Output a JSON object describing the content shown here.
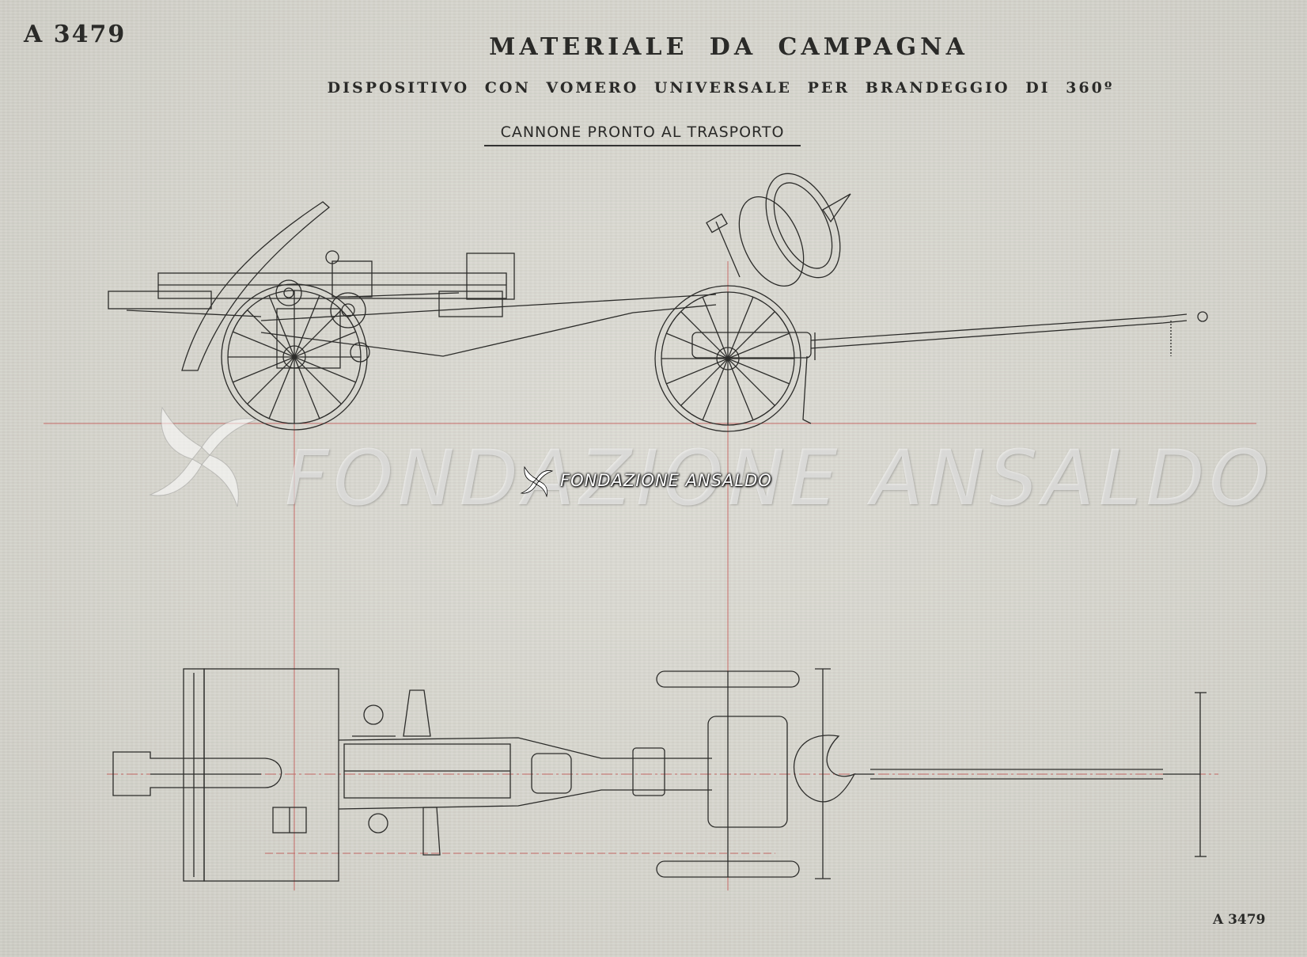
{
  "sheet": {
    "reference_top": "A 3479",
    "reference_bottom": "A 3479",
    "title": "MATERIALE DA CAMPAGNA",
    "subtitle": "DISPOSITIVO CON VOMERO UNIVERSALE PER BRANDEGGIO DI 360º",
    "caption": "CANNONE PRONTO AL TRASPORTO"
  },
  "watermark": {
    "large_text": "FONDAZIONE ANSALDO",
    "small_text": "FONDAZIONE ANSALDO",
    "logo_icon": "ansaldo-swirl-logo-icon"
  },
  "colors": {
    "paper": "#d9d8d1",
    "ink": "#2a2a28",
    "construction_line": "#c0504d"
  }
}
